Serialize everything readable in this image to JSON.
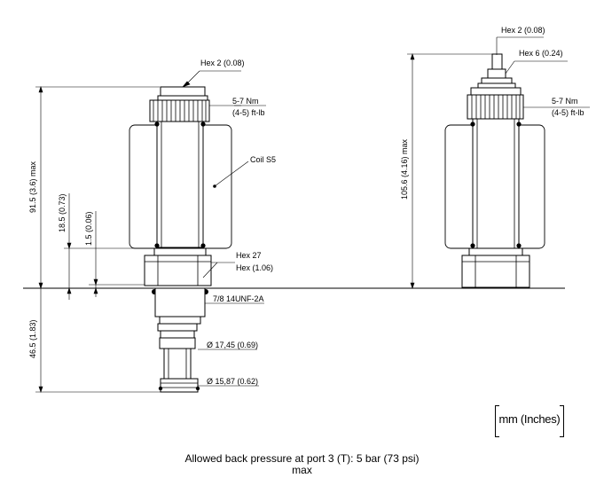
{
  "labels": {
    "hex2_left": "Hex 2 (0.08)",
    "torque_left_nm": "5-7 Nm",
    "torque_left_ftlb": "(4-5) ft-lb",
    "coil": "Coil S5",
    "hex27": "Hex 27",
    "hex106": "Hex (1.06)",
    "thread": "7/8 14UNF-2A",
    "dia1": "Ø 17,45 (0.69)",
    "dia2": "Ø 15,87 (0.62)",
    "dim_total": "91.5 (3.6) max",
    "dim_185": "18.5 (0.73)",
    "dim_15": "1.5 (0.06)",
    "dim_465": "46.5 (1.83)",
    "hex2_right": "Hex 2 (0.08)",
    "hex6_right": "Hex 6 (0.24)",
    "torque_right_nm": "5-7 Nm",
    "torque_right_ftlb": "(4-5) ft-lb",
    "dim_right_total": "105.6 (4.16) max"
  },
  "unit_label": "mm (Inches)",
  "footer": {
    "line1": "Allowed back pressure at port 3 (T): 5 bar (73 psi)",
    "line2": "max"
  }
}
